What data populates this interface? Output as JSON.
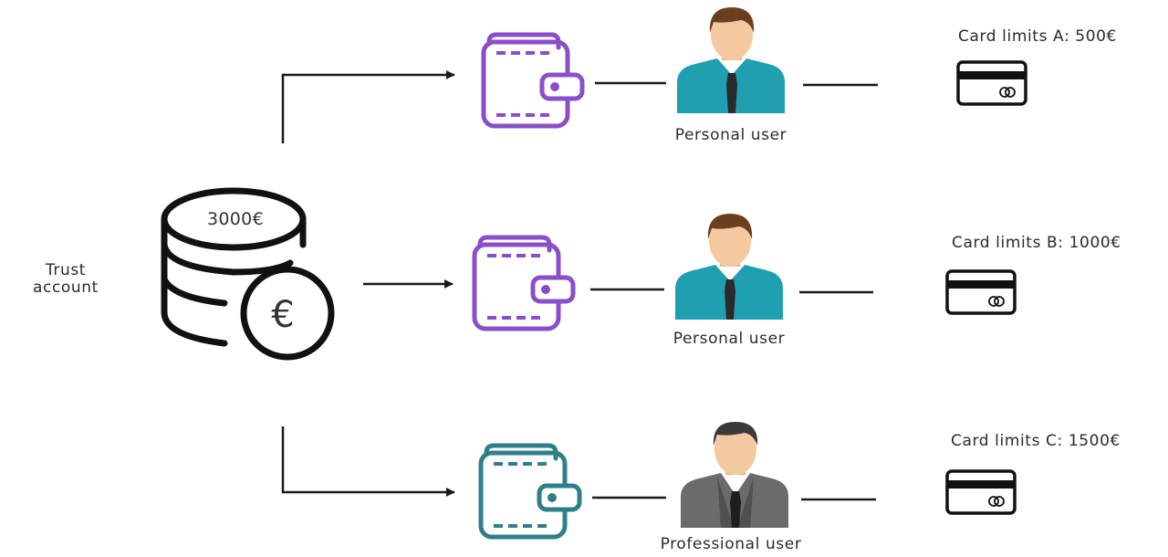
{
  "trust_account": {
    "label_line1": "Trust",
    "label_line2": "account",
    "amount": "3000€",
    "currency_symbol": "€"
  },
  "rows": [
    {
      "user_label": "Personal user",
      "card_label": "Card limits A: 500€",
      "wallet_color": "#8a4fc8",
      "user_type": "personal"
    },
    {
      "user_label": "Personal user",
      "card_label": "Card limits B: 1000€",
      "wallet_color": "#8a4fc8",
      "user_type": "personal"
    },
    {
      "user_label": "Professional user",
      "card_label": "Card limits C: 1500€",
      "wallet_color": "#2f7f88",
      "user_type": "professional"
    }
  ],
  "colors": {
    "line": "#1a1a1a",
    "personal_shirt": "#1f9fb0",
    "professional_suit": "#6b6b6b",
    "hair": "#6b3f1e",
    "skin": "#f5c9a0"
  },
  "icons": [
    "coin-stack-icon",
    "euro-coin-icon",
    "wallet-icon",
    "user-avatar-icon",
    "credit-card-icon",
    "arrow-icon"
  ]
}
